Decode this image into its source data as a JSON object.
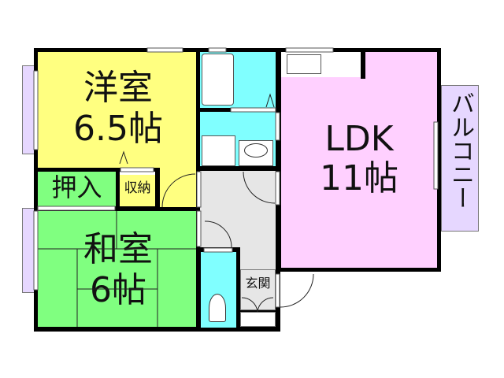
{
  "rooms": {
    "western_room": {
      "name": "洋室",
      "size": "6.5帖",
      "color": "#ffff80"
    },
    "closet_oshiire": {
      "name": "押入",
      "color": "#80ff80"
    },
    "storage": {
      "name": "収納",
      "color": "#ffff80"
    },
    "japanese_room": {
      "name": "和室",
      "size": "6帖",
      "color": "#80ff80"
    },
    "ldk": {
      "name": "LDK",
      "size": "11帖",
      "color": "#ffd0ff"
    },
    "balcony": {
      "name": "バルコニー",
      "color": "#e6d7ff"
    },
    "entrance": {
      "name": "玄関",
      "color": "#e6e6e6"
    },
    "wet_area_color": "#80ffff",
    "hall_color": "#e6e6e6"
  }
}
